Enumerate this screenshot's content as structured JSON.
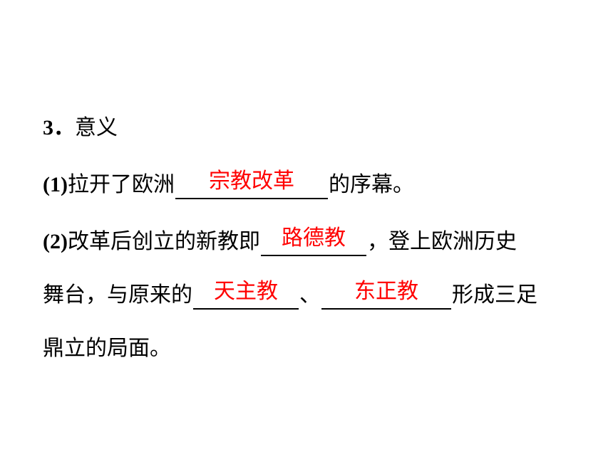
{
  "section": {
    "number": "3．",
    "title": "意义"
  },
  "items": [
    {
      "label": "(1)",
      "before": "拉开了欧洲",
      "answer": "宗教改革",
      "after": "的序幕。"
    },
    {
      "label": "(2)",
      "before": "改革后创立的新教即",
      "answer": "路德教",
      "after": "，登上欧洲历史"
    }
  ],
  "continuation": {
    "before": "舞台，与原来的",
    "answer1": "天主教",
    "separator": "、",
    "answer2": "东正教",
    "after": "形成三足",
    "last_line": "鼎立的局面。"
  },
  "colors": {
    "text": "#000000",
    "answer": "#ff0000"
  }
}
